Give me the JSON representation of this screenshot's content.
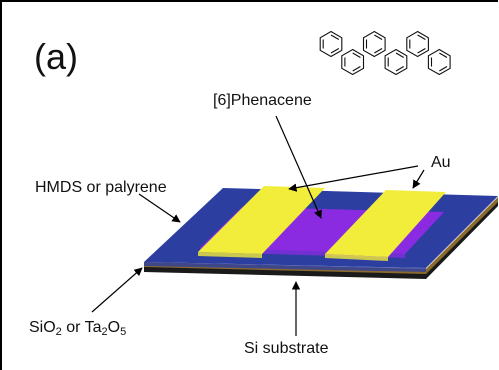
{
  "figure": {
    "panel_label": "(a)",
    "labels": {
      "phenacene": "[6]Phenacene",
      "gold": "Au",
      "hmds": "HMDS or palyrene",
      "oxide": {
        "a": "SiO",
        "a_sub": "2",
        "mid": " or Ta",
        "b_sub1": "2",
        "b": "O",
        "b_sub2": "5"
      },
      "substrate": "Si substrate"
    },
    "colors": {
      "layer_blue": "#2c3fa0",
      "layer_dark": "#1a1a1a",
      "layer_bronze": "#8a6a2f",
      "semiconductor": "#8a2be2",
      "gold": "#f2ec3a",
      "frame": "#000000"
    },
    "icons": {
      "molecule": "phenacene-structure-icon"
    }
  }
}
